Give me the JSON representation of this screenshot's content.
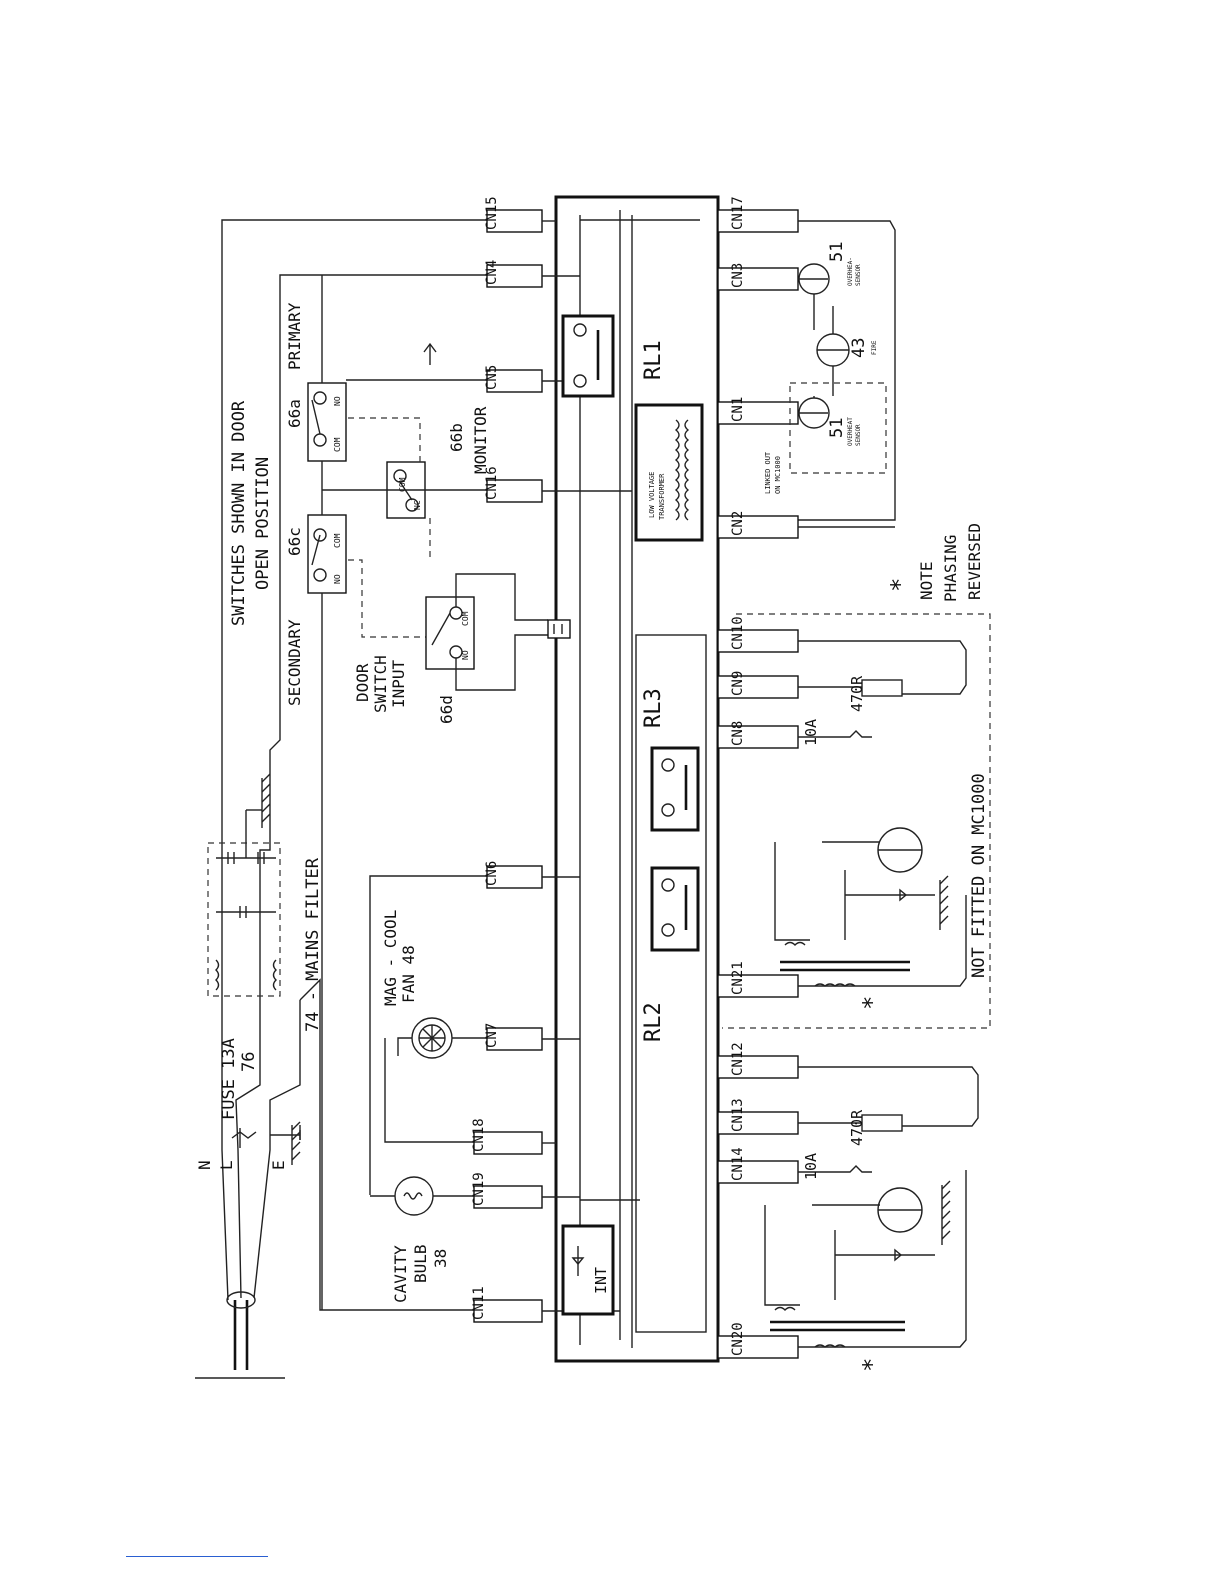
{
  "connectors": {
    "top": [
      {
        "id": "cn15",
        "label": "CN15"
      },
      {
        "id": "cn4",
        "label": "CN4"
      },
      {
        "id": "cn5",
        "label": "CN5"
      },
      {
        "id": "cn16",
        "label": "CN16"
      },
      {
        "id": "cn6",
        "label": "CN6"
      },
      {
        "id": "cn7",
        "label": "CN7"
      },
      {
        "id": "cn18",
        "label": "CN18"
      },
      {
        "id": "cn19",
        "label": "CN19"
      },
      {
        "id": "cn11",
        "label": "CN11"
      }
    ],
    "bottom": [
      {
        "id": "cn17",
        "label": "CN17"
      },
      {
        "id": "cn3",
        "label": "CN3"
      },
      {
        "id": "cn1",
        "label": "CN1"
      },
      {
        "id": "cn2",
        "label": "CN2"
      },
      {
        "id": "cn10",
        "label": "CN10"
      },
      {
        "id": "cn9",
        "label": "CN9"
      },
      {
        "id": "cn8",
        "label": "CN8"
      },
      {
        "id": "cn21",
        "label": "CN21"
      },
      {
        "id": "cn12",
        "label": "CN12"
      },
      {
        "id": "cn13",
        "label": "CN13"
      },
      {
        "id": "cn14",
        "label": "CN14"
      },
      {
        "id": "cn20",
        "label": "CN20"
      }
    ]
  },
  "relays": {
    "rl1": "RL1",
    "rl2": "RL2",
    "rl3": "RL3"
  },
  "labels": {
    "switches_line1": "SWITCHES SHOWN IN DOOR",
    "switches_line2": "OPEN POSITION",
    "primary": "PRIMARY",
    "secondary": "SECONDARY",
    "monitor": "MONITOR",
    "sw66a": "66a",
    "sw66b": "66b",
    "sw66c": "66c",
    "door_line1": "DOOR",
    "door_line2": "SWITCH",
    "door_line3": "INPUT",
    "sw66d": "66d",
    "com": "COM",
    "no": "NO",
    "nc": "NC",
    "mains_filter": "74 - MAINS FILTER",
    "fuse": "FUSE 13A",
    "fuse_num": "76",
    "mag_line1": "MAG - COOL",
    "mag_line2": "FAN 48",
    "cavity_line1": "CAVITY",
    "cavity_line2": "BULB",
    "cavity_num": "38",
    "int": "INT",
    "lv_line1": "LOW VOLTAGE",
    "lv_line2": "TRANSFORMER",
    "linked_line1": "LINKED OUT",
    "linked_line2": "ON MC1000",
    "s51": "51",
    "s43": "43",
    "overheat_line1": "OVERHEAT",
    "overheat_line2": "SENSOR",
    "overheat2_line1": "OVERHEA-",
    "overheat2_line2": "SENSOR",
    "fire": "FIRE",
    "note": "NOTE",
    "phasing": "PHASING",
    "reversed": "REVERSED",
    "asterisk": "*",
    "not_fitted": "NOT FITTED ON MC1000",
    "r470": "470R",
    "f10a": "10A",
    "n": "N",
    "l": "L",
    "e": "E"
  }
}
